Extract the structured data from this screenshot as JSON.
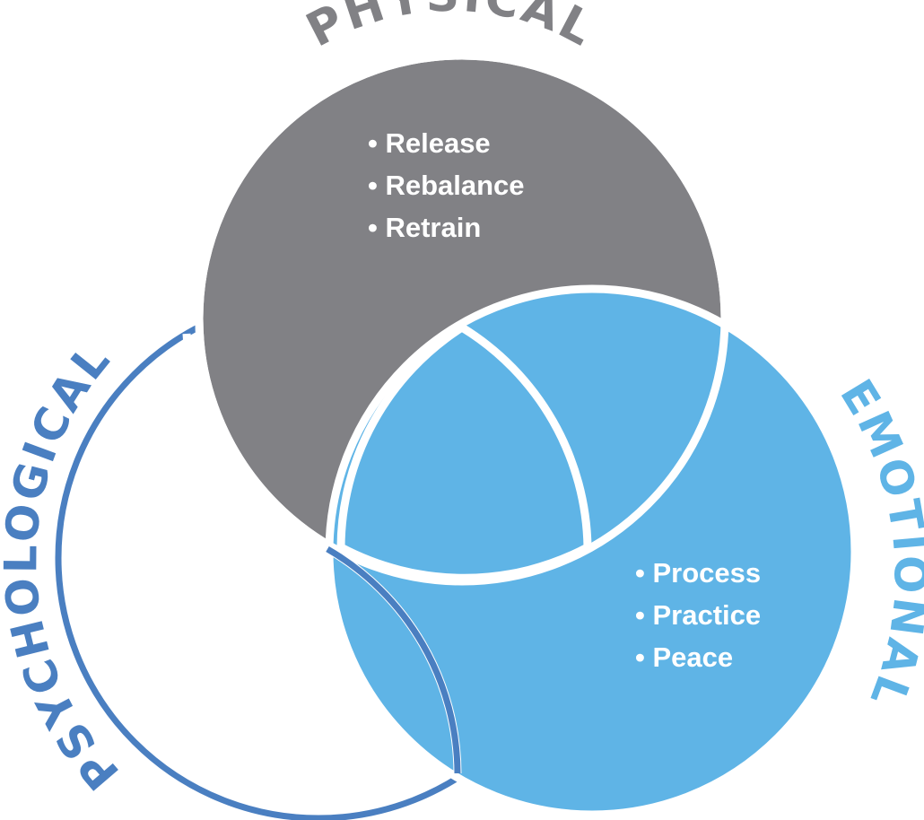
{
  "diagram": {
    "circles": {
      "physical": {
        "title": "PHYSICAL",
        "color": "#818185",
        "items": [
          "• Release",
          "• Rebalance",
          "• Retrain"
        ]
      },
      "psychological": {
        "title": "PSYCHOLOGICAL",
        "color": "#4a7fc1",
        "items": []
      },
      "emotional": {
        "title": "EMOTIONAL",
        "color": "#5fb4e6",
        "items": [
          "• Process",
          "• Practice",
          "• Peace"
        ]
      }
    },
    "outline_color": "#ffffff"
  }
}
